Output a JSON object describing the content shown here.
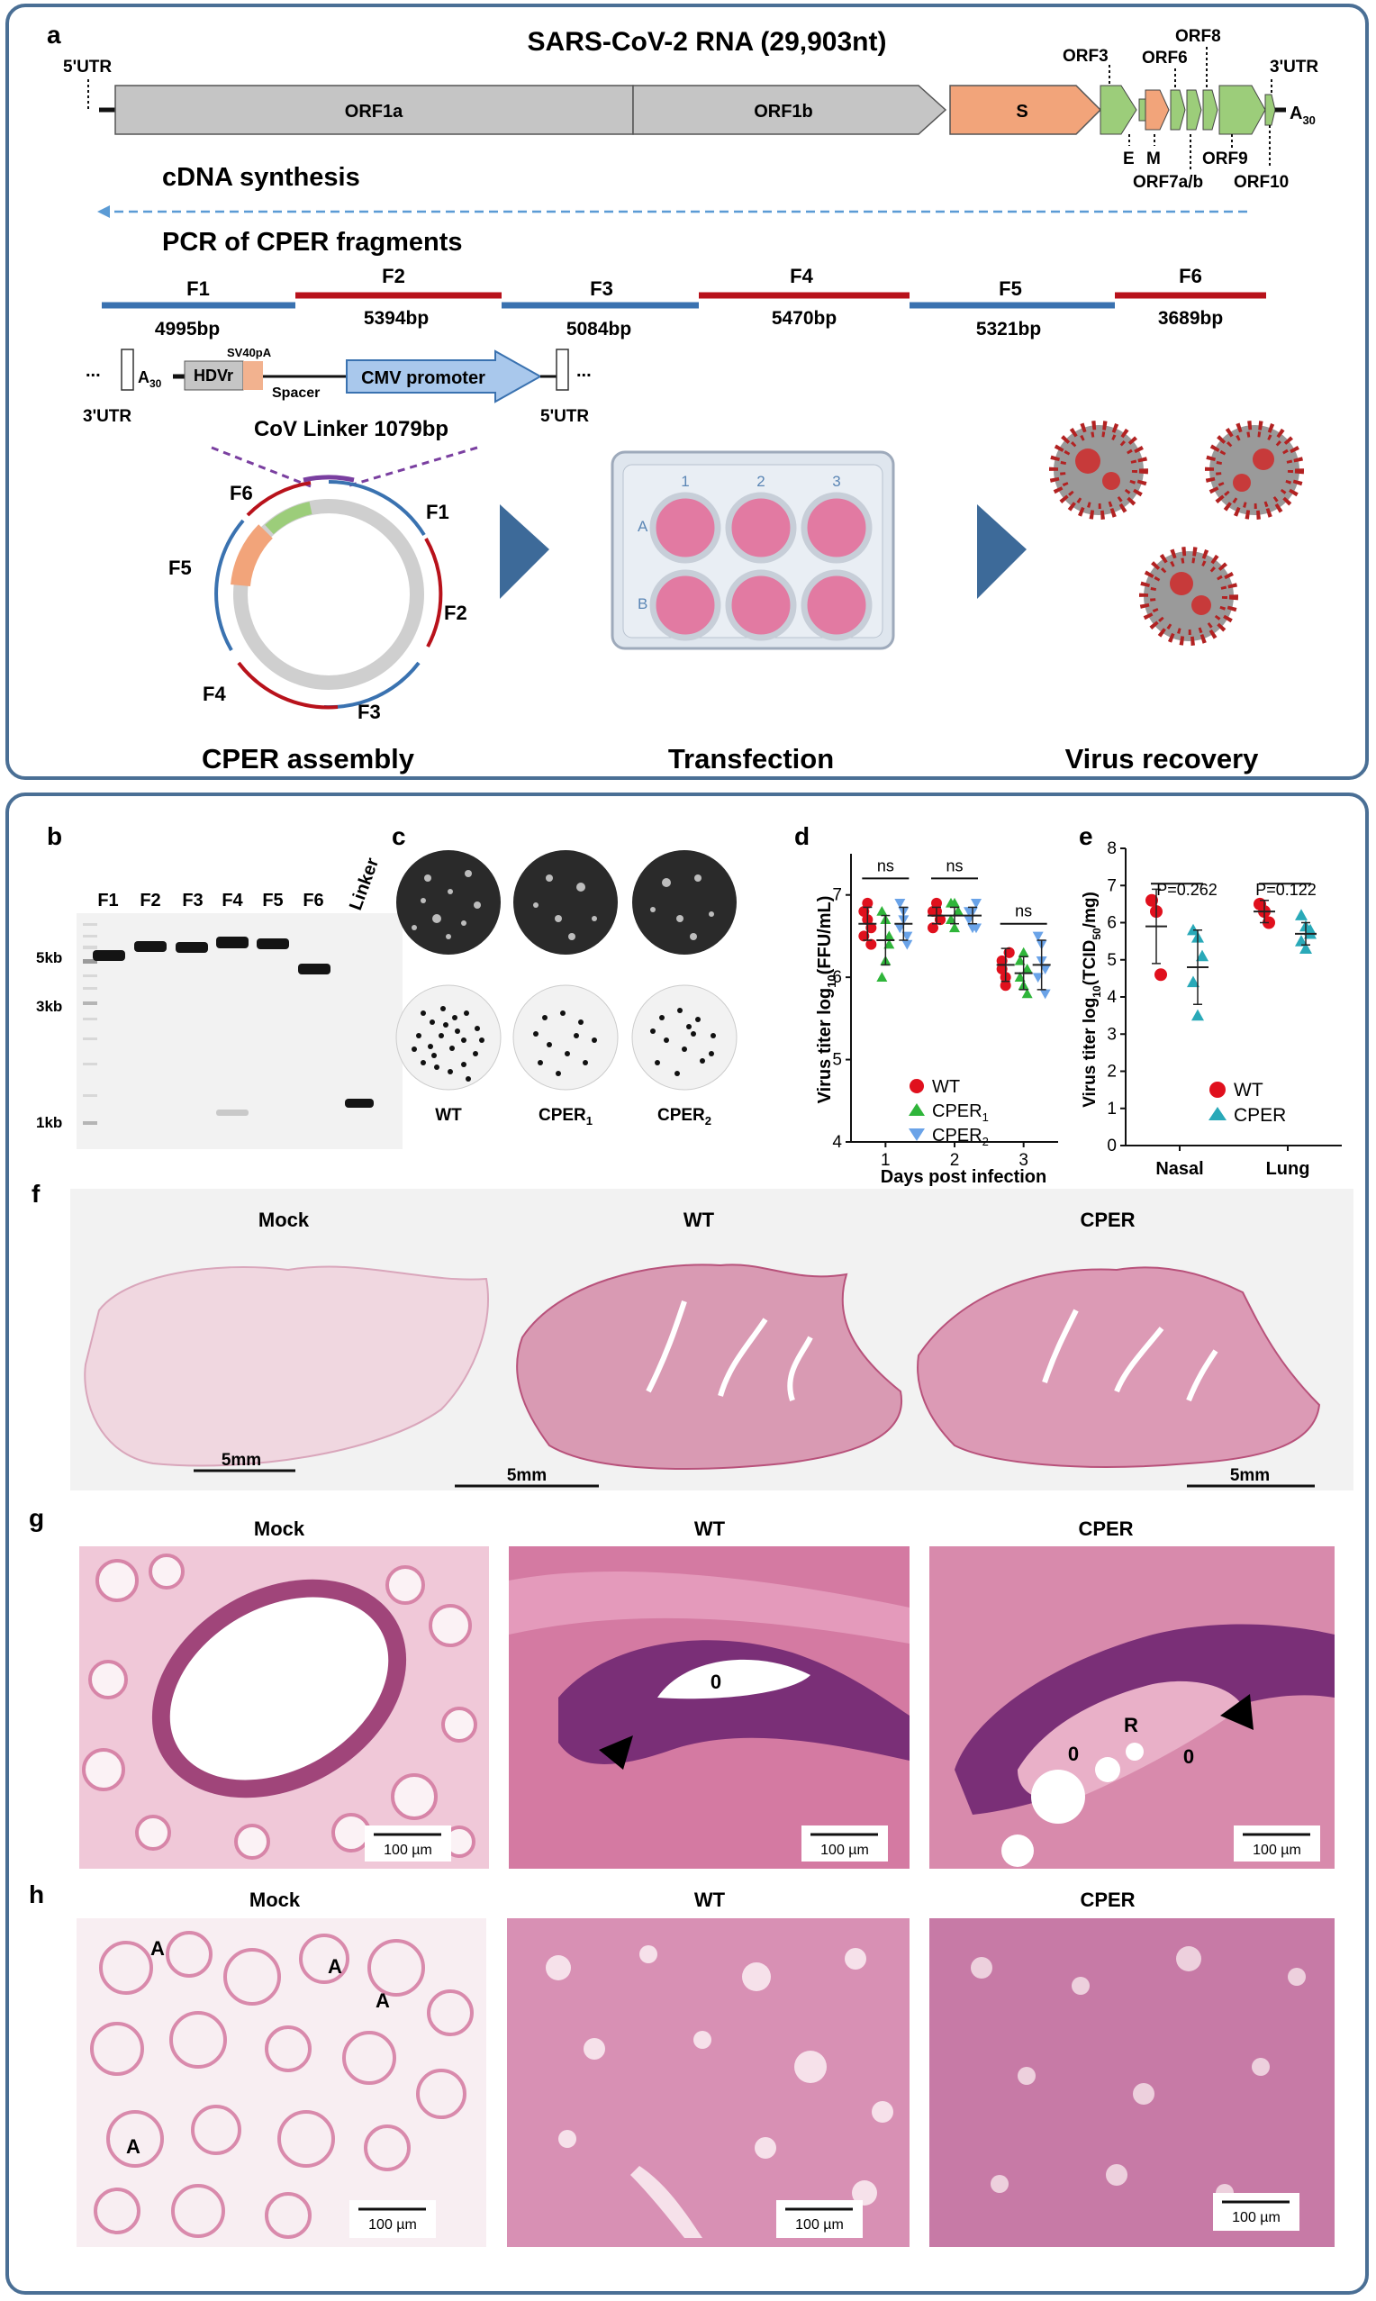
{
  "panel_a": {
    "letter": "a",
    "genome_title": "SARS-CoV-2 RNA (29,903nt)",
    "utr5": "5'UTR",
    "utr3": "3'UTR",
    "orf1a": "ORF1a",
    "orf1b": "ORF1b",
    "s": "S",
    "orf3": "ORF3",
    "orf6": "ORF6",
    "orf8": "ORF8",
    "e": "E",
    "m": "M",
    "orf7ab": "ORF7a/b",
    "orf9": "ORF9",
    "orf10": "ORF10",
    "polyA_base": "A",
    "polyA_sub": "30",
    "cdna": "cDNA synthesis",
    "pcr": "PCR of CPER fragments",
    "fragments": [
      {
        "name": "F1",
        "bp": "4995bp",
        "color": "#3a72b0"
      },
      {
        "name": "F2",
        "bp": "5394bp",
        "color": "#b8121b"
      },
      {
        "name": "F3",
        "bp": "5084bp",
        "color": "#3a72b0"
      },
      {
        "name": "F4",
        "bp": "5470bp",
        "color": "#b8121b"
      },
      {
        "name": "F5",
        "bp": "5321bp",
        "color": "#3a72b0"
      },
      {
        "name": "F6",
        "bp": "3689bp",
        "color": "#b8121b"
      }
    ],
    "linker": {
      "a30_base": "A",
      "a30_sub": "30",
      "hdvr": "HDVr",
      "sv40pa": "SV40pA",
      "spacer": "Spacer",
      "cmv": "CMV promoter",
      "utr3": "3'UTR",
      "utr5": "5'UTR",
      "ellipsis": "...",
      "title": "CoV Linker 1079bp"
    },
    "plate": {
      "cols": [
        "1",
        "2",
        "3"
      ],
      "rows": [
        "A",
        "B"
      ]
    },
    "step_labels": [
      "CPER assembly",
      "Transfection",
      "Virus recovery"
    ],
    "circle_labels": [
      "F1",
      "F2",
      "F3",
      "F4",
      "F5",
      "F6"
    ]
  },
  "panel_b": {
    "letter": "b",
    "lanes": [
      "F1",
      "F2",
      "F3",
      "F4",
      "F5",
      "F6"
    ],
    "linker": "Linker",
    "markers": [
      "5kb",
      "3kb",
      "1kb"
    ]
  },
  "panel_c": {
    "letter": "c",
    "labels": [
      "WT",
      "CPER",
      "CPER"
    ],
    "subs": [
      "",
      "1",
      "2"
    ]
  },
  "panel_d": {
    "letter": "d",
    "ylabel_pre": "Virus titer log",
    "ylabel_sub": "10",
    "ylabel_post": "(FFU/mL)",
    "xlabel": "Days post infection",
    "ns": "ns",
    "legend": [
      {
        "label": "WT",
        "sub": "",
        "color": "#e0101d"
      },
      {
        "label": "CPER",
        "sub": "1",
        "color": "#2fb53a"
      },
      {
        "label": "CPER",
        "sub": "2",
        "color": "#6aa3e8"
      }
    ]
  },
  "panel_e": {
    "letter": "e",
    "ylabel_pre": "Virus titer log",
    "ylabel_sub": "10",
    "ylabel_mid": "(TCID",
    "ylabel_sub2": "50",
    "ylabel_post": "/mg)",
    "p_nasal": "P=0.262",
    "p_lung": "P=0.122",
    "legend": [
      {
        "label": "WT",
        "color": "#e0101d"
      },
      {
        "label": "CPER",
        "color": "#29a9b8"
      }
    ]
  },
  "chart_data": [
    {
      "type": "scatter",
      "title": "",
      "ylabel": "Virus titer log10(FFU/mL)",
      "xlabel": "Days post infection",
      "categories": [
        "1",
        "2",
        "3"
      ],
      "ylim": [
        4,
        7.5
      ],
      "yticks": [
        4,
        5,
        6,
        7
      ],
      "series": [
        {
          "name": "WT",
          "color": "#e0101d",
          "marker": "circle",
          "values": [
            [
              6.8,
              6.7,
              6.6,
              6.5,
              6.9,
              6.4
            ],
            [
              6.8,
              6.9,
              6.7,
              6.6,
              6.8,
              6.7
            ],
            [
              6.2,
              6.0,
              6.3,
              6.1,
              5.9,
              6.3
            ]
          ],
          "mean": [
            6.65,
            6.75,
            6.15
          ],
          "sd": [
            0.2,
            0.1,
            0.2
          ]
        },
        {
          "name": "CPER1",
          "color": "#2fb53a",
          "marker": "triangle-up",
          "values": [
            [
              6.8,
              6.2,
              6.5,
              6.0,
              6.7,
              6.4
            ],
            [
              6.9,
              6.6,
              6.8,
              6.7,
              6.9,
              6.8
            ],
            [
              6.2,
              5.9,
              5.8,
              6.0,
              6.3,
              6.1
            ]
          ],
          "mean": [
            6.45,
            6.75,
            6.05
          ],
          "sd": [
            0.3,
            0.1,
            0.2
          ]
        },
        {
          "name": "CPER2",
          "color": "#6aa3e8",
          "marker": "triangle-down",
          "values": [
            [
              6.9,
              6.8,
              6.4,
              6.6,
              6.7,
              6.5
            ],
            [
              6.8,
              6.6,
              6.9,
              6.7,
              6.8,
              6.6
            ],
            [
              6.5,
              6.2,
              5.8,
              6.0,
              6.4,
              6.1
            ]
          ],
          "mean": [
            6.65,
            6.75,
            6.15
          ],
          "sd": [
            0.2,
            0.1,
            0.3
          ]
        }
      ],
      "annotations": [
        "ns",
        "ns",
        "ns"
      ]
    },
    {
      "type": "scatter",
      "title": "",
      "ylabel": "Virus titer log10(TCID50/mg)",
      "xlabel": "",
      "categories": [
        "Nasal",
        "Lung"
      ],
      "ylim": [
        0,
        8
      ],
      "yticks": [
        0,
        1,
        2,
        3,
        4,
        5,
        6,
        7,
        8
      ],
      "series": [
        {
          "name": "WT",
          "color": "#e0101d",
          "marker": "circle",
          "values": [
            [
              6.6,
              6.3,
              4.6
            ],
            [
              6.5,
              6.3,
              6.0
            ]
          ],
          "mean": [
            5.9,
            6.3
          ],
          "sd": [
            1.0,
            0.3
          ]
        },
        {
          "name": "CPER",
          "color": "#29a9b8",
          "marker": "triangle-up",
          "values": [
            [
              5.8,
              5.6,
              5.1,
              4.4,
              3.5
            ],
            [
              6.2,
              5.9,
              5.7,
              5.5,
              5.3,
              5.8
            ]
          ],
          "mean": [
            4.8,
            5.7
          ],
          "sd": [
            1.0,
            0.3
          ]
        }
      ],
      "annotations": [
        "P=0.262",
        "P=0.122"
      ]
    }
  ],
  "panel_f": {
    "letter": "f",
    "titles": [
      "Mock",
      "WT",
      "CPER"
    ],
    "scale": "5mm"
  },
  "panel_g": {
    "letter": "g",
    "titles": [
      "Mock",
      "WT",
      "CPER"
    ],
    "scale": "100 µm",
    "marks_wt": [
      "0"
    ],
    "marks_cper": [
      "R",
      "0",
      "0"
    ]
  },
  "panel_h": {
    "letter": "h",
    "titles": [
      "Mock",
      "WT",
      "CPER"
    ],
    "scale": "100 µm",
    "marks_mock": [
      "A",
      "A",
      "A",
      "A"
    ]
  }
}
